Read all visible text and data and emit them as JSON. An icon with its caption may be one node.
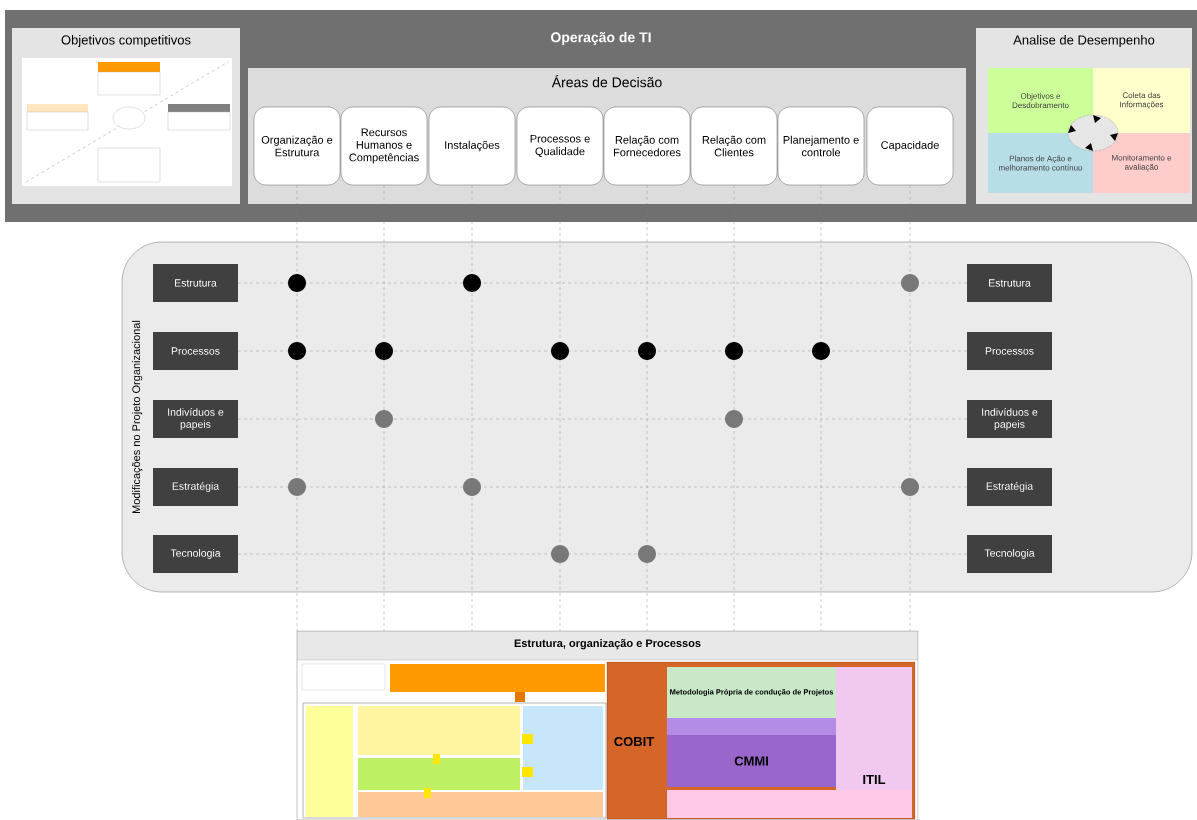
{
  "diagram": {
    "nodes": [
      {
        "text": [
          "Operação de TI"
        ]
      },
      {
        "text": [
          "Objetivos competitivos"
        ],
        "in": 0
      },
      {
        "text": [
          "Áreas de Decisão"
        ],
        "in": 0
      },
      {
        "text": [
          "Organização e Estrutura"
        ],
        "in": 2
      },
      {
        "text": [
          "Recursos Humanos e Competências"
        ],
        "in": 2
      },
      {
        "text": [
          "Instalações"
        ],
        "in": 2
      },
      {
        "text": [
          "Processos e Qualidade"
        ],
        "in": 2
      },
      {
        "text": [
          "Relação com Fornecedores"
        ],
        "in": 2
      },
      {
        "text": [
          "Relação com Clientes"
        ],
        "in": 2
      },
      {
        "text": [
          "Planejamento e controle"
        ],
        "in": 2
      },
      {
        "text": [
          "Capacidade"
        ],
        "in": 2
      },
      {
        "text": [
          "Analise de Desempenho"
        ],
        "in": 0
      },
      {
        "text": [
          "Objetivos e Desdobramento"
        ],
        "in": 11
      },
      {
        "text": [
          "Coleta das Informações"
        ],
        "in": 11
      },
      {
        "text": [
          "Planos de Ação e melhoramento contínuo"
        ],
        "in": 11
      },
      {
        "text": [
          "Monitoramento e avaliação"
        ],
        "in": 11
      },
      {
        "text": [
          "Modificações no Projeto Organizacional"
        ]
      },
      {
        "text": [
          "Estrutura"
        ],
        "in": 16
      },
      {
        "text": [
          "Processos"
        ],
        "in": 16
      },
      {
        "text": [
          "Indivíduos e papeis"
        ],
        "in": 16
      },
      {
        "text": [
          "Estratégia"
        ],
        "in": 16
      },
      {
        "text": [
          "Tecnologia"
        ],
        "in": 16
      },
      {
        "text": [
          "Estrutura"
        ],
        "in": 16
      },
      {
        "text": [
          "Processos"
        ],
        "in": 16
      },
      {
        "text": [
          "Indivíduos e papeis"
        ],
        "in": 16
      },
      {
        "text": [
          "Estratégia"
        ],
        "in": 16
      },
      {
        "text": [
          "Tecnologia"
        ],
        "in": 16
      },
      {
        "text": [
          "Estrutura, organização e Processos"
        ]
      },
      {
        "text": [
          "COBIT"
        ],
        "in": 27
      },
      {
        "text": [
          "Metodologia Própria de condução de Projetos"
        ],
        "in": 27
      },
      {
        "text": [
          "CMMI"
        ],
        "in": 27
      },
      {
        "text": [
          "ITIL"
        ],
        "in": 27
      }
    ],
    "edges": [
      {
        "from": 3,
        "to": 27,
        "arrow": "none",
        "style": "dashed"
      },
      {
        "from": 4,
        "to": 27,
        "arrow": "none",
        "style": "dashed"
      },
      {
        "from": 5,
        "to": 27,
        "arrow": "none",
        "style": "dashed"
      },
      {
        "from": 6,
        "to": 27,
        "arrow": "none",
        "style": "dashed"
      },
      {
        "from": 7,
        "to": 27,
        "arrow": "none",
        "style": "dashed"
      },
      {
        "from": 8,
        "to": 27,
        "arrow": "none",
        "style": "dashed"
      },
      {
        "from": 9,
        "to": 27,
        "arrow": "none",
        "style": "dashed"
      },
      {
        "from": 10,
        "to": 27,
        "arrow": "none",
        "style": "dashed"
      },
      {
        "from": 17,
        "to": 22,
        "arrow": "none",
        "style": "dashed"
      },
      {
        "from": 18,
        "to": 23,
        "arrow": "none",
        "style": "dashed"
      },
      {
        "from": 19,
        "to": 24,
        "arrow": "none",
        "style": "dashed"
      },
      {
        "from": 20,
        "to": 25,
        "arrow": "none",
        "style": "dashed"
      },
      {
        "from": 21,
        "to": 26,
        "arrow": "none",
        "style": "dashed"
      }
    ]
  }
}
